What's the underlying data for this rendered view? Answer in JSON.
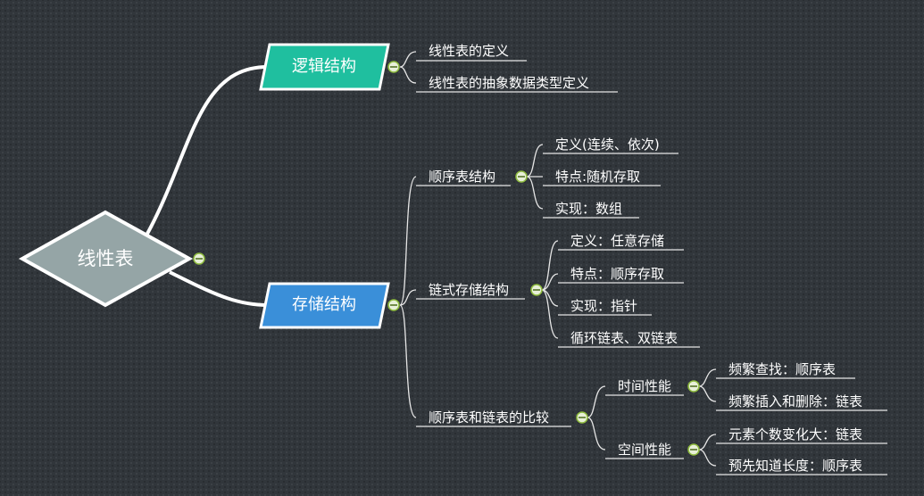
{
  "root": {
    "label": "线性表"
  },
  "branches": [
    {
      "label": "逻辑结构",
      "color": "#1fbf9f",
      "children": [
        {
          "label": "线性表的定义"
        },
        {
          "label": "线性表的抽象数据类型定义"
        }
      ]
    },
    {
      "label": "存储结构",
      "color": "#3a8fd9",
      "children": [
        {
          "label": "顺序表结构",
          "children": [
            {
              "label": "定义(连续、依次)"
            },
            {
              "label": "特点:随机存取"
            },
            {
              "label": "实现：数组"
            }
          ]
        },
        {
          "label": "链式存储结构",
          "children": [
            {
              "label": "定义：任意存储"
            },
            {
              "label": "特点：顺序存取"
            },
            {
              "label": "实现：指针"
            },
            {
              "label": "循环链表、双链表"
            }
          ]
        },
        {
          "label": "顺序表和链表的比较",
          "children": [
            {
              "label": "时间性能",
              "children": [
                {
                  "label": "频繁查找：顺序表"
                },
                {
                  "label": "频繁插入和删除：链表"
                }
              ]
            },
            {
              "label": "空间性能",
              "children": [
                {
                  "label": "元素个数变化大：链表"
                },
                {
                  "label": "预先知道长度：顺序表"
                }
              ]
            }
          ]
        }
      ]
    }
  ],
  "colors": {
    "root_fill": "#95a5a6",
    "line": "#e6e6e6",
    "collapse_fill": "#e8f0d8",
    "collapse_ring": "#8fbc3f"
  },
  "icons": {
    "collapse": "collapse-minus-icon"
  }
}
